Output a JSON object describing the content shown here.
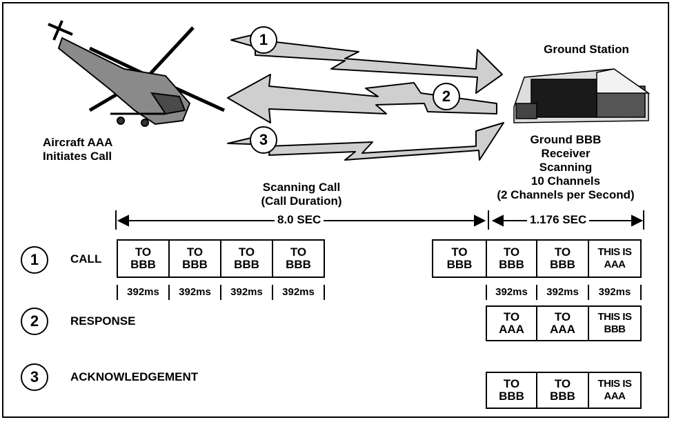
{
  "aircraft_label": [
    "Aircraft AAA",
    "Initiates Call"
  ],
  "ground_station_title": "Ground Station",
  "ground_label": [
    "Ground BBB",
    "Receiver",
    "Scanning",
    "10 Channels",
    "(2 Channels per Second)"
  ],
  "scanning_call_label": [
    "Scanning Call",
    "(Call Duration)"
  ],
  "dim_main": "8.0 SEC",
  "dim_right": "1.176 SEC",
  "arrow_numbers": [
    "1",
    "2",
    "3"
  ],
  "rows": [
    {
      "num": "1",
      "label": "CALL"
    },
    {
      "num": "2",
      "label": "RESPONSE"
    },
    {
      "num": "3",
      "label": "ACKNOWLEDGEMENT"
    }
  ],
  "call_left_cells": [
    [
      "TO",
      "BBB"
    ],
    [
      "TO",
      "BBB"
    ],
    [
      "TO",
      "BBB"
    ],
    [
      "TO",
      "BBB"
    ]
  ],
  "call_right_cells": [
    [
      "TO",
      "BBB"
    ],
    [
      "TO",
      "BBB"
    ],
    [
      "TO",
      "BBB"
    ],
    [
      "THIS IS",
      "AAA"
    ]
  ],
  "response_cells": [
    [
      "TO",
      "AAA"
    ],
    [
      "TO",
      "AAA"
    ],
    [
      "THIS IS",
      "BBB"
    ]
  ],
  "ack_cells": [
    [
      "TO",
      "BBB"
    ],
    [
      "TO",
      "BBB"
    ],
    [
      "THIS IS",
      "AAA"
    ]
  ],
  "ms_left": [
    "392ms",
    "392ms",
    "392ms",
    "392ms"
  ],
  "ms_right": [
    "392ms",
    "392ms",
    "392ms"
  ]
}
